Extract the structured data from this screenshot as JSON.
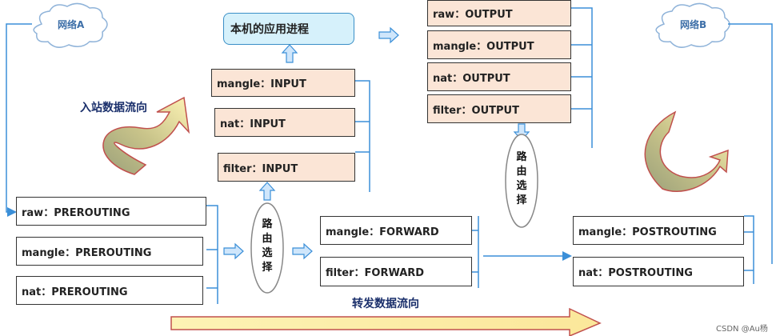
{
  "networks": {
    "a": "网络A",
    "b": "网络B"
  },
  "app_process": "本机的应用进程",
  "input_chain": [
    "mangle：INPUT",
    "nat：INPUT",
    "filter：INPUT"
  ],
  "output_chain": [
    "raw：OUTPUT",
    "mangle：OUTPUT",
    "nat：OUTPUT",
    "filter：OUTPUT"
  ],
  "prerouting_chain": [
    "raw：PREROUTING",
    "mangle：PREROUTING",
    "nat：PREROUTING"
  ],
  "forward_chain": [
    "mangle：FORWARD",
    "filter：FORWARD"
  ],
  "postrouting_chain": [
    "mangle：POSTROUTING",
    "nat：POSTROUTING"
  ],
  "routing_label": "路由选择",
  "inbound_label": "入站数据流向",
  "forward_flow_label": "转发数据流向",
  "watermark": "CSDN @Au杨",
  "colors": {
    "line": "#3b8fd8",
    "box_fill": "#fbe5d6",
    "arrow_fill": "#fdf3b5",
    "arrow_stroke": "#c0504d",
    "curl_dark": "#9ba07a"
  }
}
